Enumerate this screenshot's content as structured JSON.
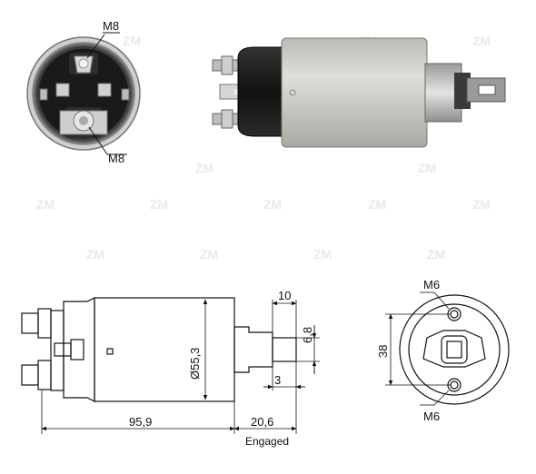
{
  "watermark": {
    "text": "ZM",
    "color": "#e6e6e6"
  },
  "photo_front": {
    "labels": {
      "top_terminal": "M8",
      "bottom_terminal": "M8"
    }
  },
  "photo_side": {
    "colors": {
      "body": "#c9cbc4",
      "cap": "#1e1e1e",
      "plunger": "#b9b9b9"
    }
  },
  "drawing_side": {
    "body_length": "95,9",
    "plunger_travel": "20,6",
    "plunger_note": "Engaged",
    "diameter": "Ø55,3",
    "slot_length": "10",
    "slot_width": "6,8",
    "slot_offset": "3"
  },
  "drawing_end": {
    "top_hole": "M6",
    "bottom_hole": "M6",
    "hole_spacing": "38"
  }
}
